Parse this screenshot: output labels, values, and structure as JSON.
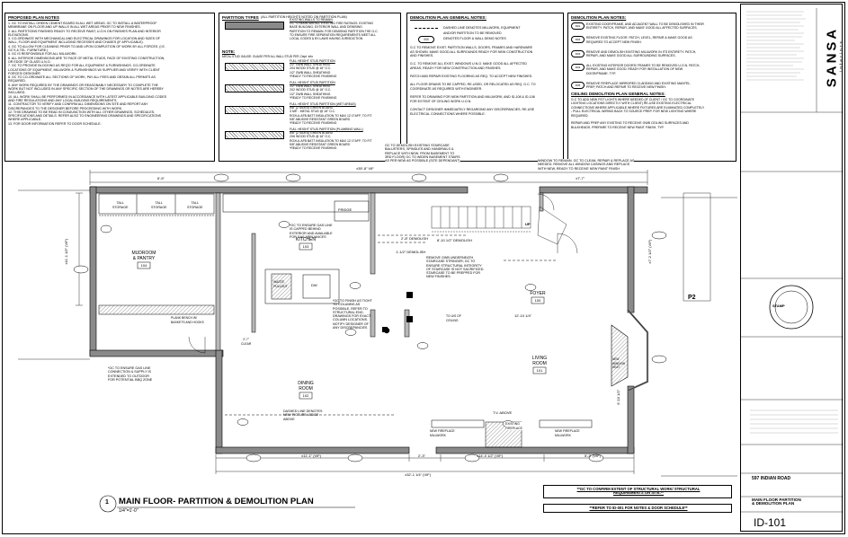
{
  "proposed_plan_notes": {
    "title": "PROPOSED PLAN NOTES",
    "items": [
      "1.   GC TO INSTALL GREEN CEMENT BOARD IN ALL WET AREAS. GC TO INSTALL A WATERPROOF",
      "      MEMBRANE ON FLOOR AND UP WALLS IN ALL WET AREAS PRIOR TO NEW FINISHES.",
      "2.   ALL PARTITIONS FINISHED READY TO RECEIVE PAINT, U.O.N ON FINISHES PLAN AND INTERIOR",
      "      ELEVATIONS.",
      "3.   CO-ORDINATE WITH MECHANICAL AND ELECTRICAL DRAWINGS FOR LOCATION AND SIZES OF",
      "      WALL, FLOOR AND EQUIPMENT INCLUDING RECESSES AND CHASES (IF APPLICABLE).",
      "4.   GC TO ALLOW FOR CLEANING PRIOR TO AND UPON COMPLETION OF WORK BY ALL FORCES. (I.E.",
      "      GC'S & TEL. FURNITURE.)",
      "5.   GC IS RESPONSIBLE FOR ALL MILLWORK.",
      "6.   ALL INTERIOR DIMENSIONS ARE TO FACE OF METAL STUDS, FACE OF EXISTING CONSTRUCTION,",
      "      OR EDGE OF GLASS U.N.O.",
      "7.   GC TO PROVIDE BLOCKING AS REQ'D FOR ALL EQUIPMENT & FURNISHINGS. CO-ORDINATE",
      "      LOCATIONS OF EQUIPMENT, MILLWORK & FURNISHINGS W/ SUPPLIER AND VERIFY WITH CLIENT",
      "      FORCES/ DESIGNER",
      "8.   GC TO CO-ORDINATE ALL SECTIONS OF WORK, PAY ALL FEES AND OBTAIN ALL PERMITS AS",
      "      REQUIRED.",
      "9.   ANY WORK REQUIRED BY THE DRAWINGS OR REASONABLY NECESSARY TO COMPLETE THE",
      "      WORK BUT NOT INCLUDED IN ANY SPECIFIC SECTION OF THE DRAWINGS OR NOTES ARE HEREBY",
      "      INCLUDED.",
      "10. ALL WORK SHALL BE PERFORMED IN ACCORDANCE WITH LATEST APPLICABLE BUILDING CODES",
      "      AND FIRE REGULATIONS AND ANY LOCAL BUILDING REQUIREMENTS.",
      "11. CONTRACTOR TO VERIFY AND CONFIRM ALL DIMENSIONS ON SITE AND REPORT ANY",
      "      DISCREPANCIES TO THE DESIGNER BEFORE  PROCEEDING WITH WORK.",
      "12. THIS DRAWING TO BE READ IN CONJUNCTION WITH ALL OTHER DRAWINGS, SCHEDULES,",
      "      SPECIFICATIONS AND DETAILS. REFER ALSO TO ENGINEERING DRAWINGS AND SPECIFICATIONS",
      "      WHERE APPLICABLE.",
      "13. FOR DOOR INFORMATION REFER TO DOOR SCHEDULE."
    ]
  },
  "partition_types": {
    "title": "PARTITION TYPES",
    "subtitle": "(ALL PARTITION HEIGHTS NOTED ON PARTITION PLAN)",
    "notes_title": "NOTE:",
    "notes_text": "METAL STUD GAUGE: GUAGE PER ALL WALL STUD PER ,Dept. info",
    "types": [
      {
        "lines": [
          "EXISTING WALLS TO REMAIN",
          "GC TO MAINTAIN ALL EXISTING FIRE RATINGS. EXISTING",
          "BASE BUILDING, EXTERIOR WALL AND DEMISING",
          "PARTITION TO REMAIN. FOR DEMISING PARTITION THE G.C.",
          "TO ENSURE FIRE SEPARATION REQUIREMENTS MEET ALL",
          "LOCAL CODES & BY-LAWS HAVING JURISDICTION"
        ]
      },
      {
        "lines": [
          "FULL HEIGHT STUD PARTITION",
          "1/2\" GWB WALL SHEATHING",
          "2X4 WOOD STUD @ 16\" O.C.",
          "1/2\" GWB WALL SHEATHING",
          "*READY TO RECEIVE FINISHING"
        ]
      },
      {
        "lines": [
          "FULL HEIGHT STUD PARTITION",
          "1/2\" GWB WALL SHEATHING",
          "2X2 WOOD STUD @ 16\" O.C.",
          "1/2\" GWB WALL SHEATHING",
          "*READY TO RECEIVE FINISHING"
        ]
      },
      {
        "lines": [
          "FULL HEIGHT STUD PARTITION (WET AREAS)",
          "5/8\" (2 SIDES) GREEN BOARD",
          "3 5/8\" - METAL STUD @ 16\" O.C.",
          "ROXUL AFB BATT INSULATION TO MAX 12'-0\"AFF; TO FIT",
          "5/8\" ABUSIVE RESISTANT GREEN BOARD",
          "*READY TO RECEIVE FINISHING"
        ]
      },
      {
        "lines": [
          "FULL HEIGHT STUD PARTITION (PLUMBING WALL)",
          "5/8\" (2 SIDES) GREEN BOARD",
          "2X6 WOOD STUD @ 16\" O.C.",
          "ROXUL AFB BATT INSULATION TO MAX 12'-0\"AFF; TO FIT",
          "5/8\" ABUSIVE RESISTANT GREEN BOARD",
          "*READY TO RECEIVE FINISHING"
        ]
      }
    ]
  },
  "demolition_general_notes": {
    "title": "DEMOLITION PLAN GENERAL NOTES:",
    "legend": [
      {
        "symbol": "dashed",
        "label": "DASHED LINE DENOTES MILLWORK, EQUIPMENT"
      },
      {
        "symbol": "",
        "label": "AND/OR PARTITION TO BE REMOVED"
      },
      {
        "symbol": "000",
        "label": "DENOTES FLOOR & WALL DEMO NOTES"
      }
    ],
    "paras": [
      "G.C TO REMOVE EXIST. PARTITION WALLS, DOORS, FRAMES AND HARDWARE",
      "AS SHOWN. MAKE GOOD ALL SURROUNDS READY FOR NEW CONSTRUCTION",
      "AND FINISHES.",
      "",
      "G.C. TO REMOVE ALL EXIST. WINDOWS U.N.O. MAKE GOOD ALL AFFECTED",
      "AREAS, READY FOR NEW CONSTRUCTION AND FINISHES.",
      "",
      "PATCH AND REPAIR EXISTING FLOORING AS REQ. TO ACCEPT NEW FINISHES.",
      "",
      "ALL FLOOR DRAINS TO BE CAPPED, RE-USED, OR RELOCATED AS REQ. G.C. TO",
      "COORDINATE AS REQUIRED WITH ENGINEER.",
      "",
      "REFER TO DRAWING FOR NEW PARTITION AND MILLWORK, AND ID-108 & ID-106",
      "FOR EXTENT OF CEILING WORK U.O.N.",
      "",
      "CONTACT DESIGNER IMMEDIATELY REGARDING ANY DISCREPANCIES. RE-USE",
      "ELECTRICAL CONNECTIONS WHERE POSSIBLE."
    ]
  },
  "demolition_plan_notes": {
    "title": "DEMOLITION PLAN NOTES:",
    "items": [
      {
        "tag": "D01",
        "lines": [
          "EXISTING DOOR/FRAME, AND ADJACENT WALL TO BE DEMOLISHED IN THEIR",
          "ENTIRETY. PATCH, REPAIR, AND MAKE GOOD ALL AFFECTED SURFACES."
        ]
      },
      {
        "tag": "D02",
        "lines": [
          "REMOVE EXISTING FLOOR. PATCH, LEVEL, REPAIR & MAKE GOOD AS",
          "REQUIRED TO ACCEPT NEW FINISH."
        ]
      },
      {
        "tag": "D03",
        "lines": [
          "REMOVE AND DEMOLISH EXISTING MILLWORK IN ITS ENTIRETY. PATCH,",
          "REPAIR, AND MAKE GOOD ALL SURROUNDING SURFACES."
        ]
      },
      {
        "tag": "D04",
        "lines": [
          "ALL EXISTING INTERIOR DOORS/ FRAMES TO BE REMOVED U.O.N. PATCH,",
          "REPAIR, AND MAKE GOOD. READY FOR INSTALLATION OF NEW",
          "DOOR/FRAME. TYP."
        ]
      },
      {
        "tag": "D05",
        "lines": [
          "REMOVE FIREPLACE MIRRORED CLADDING AND EXISTING MANTEL.",
          "PREP, PATCH AND REPAIR TO RECEIVE NEW FINISH."
        ]
      }
    ]
  },
  "ceiling_notes": {
    "title": "CEILING DEMOLITION PLAN GENERAL NOTES:",
    "paras": [
      "G.C TO ADD NEW POT LIGHTS WHERE NEEDED (IF CLIENT / GC TO COORDINATE",
      "LIGHTING LOCATIONS DIRECTLY WITH CLIENT) RE-USE EXISTING ELECTRICAL",
      "CONNECTIONS WHERE APPLICABLE WHERE FIXTURES ARE ELIMINATED COMPLETELY",
      "- PULL ELECTRICAL WIRING BACK TO SOURCE PREP. FOR NEW LIGHTING WHERE",
      "REQUIRED.",
      "",
      "REPAIR AND PREP ANY EXISTING TO RECEIVE GWB CEILING SURFACES AND",
      "BULKHEADS. PREPARE TO RECEIVE NEW PAINT FINISH, TYP."
    ]
  },
  "rooms": [
    {
      "name": "MUDROOM\n& PANTRY",
      "num": "104"
    },
    {
      "name": "KITCHEN",
      "num": "103"
    },
    {
      "name": "FOYER",
      "num": "100"
    },
    {
      "name": "DINING\nROOM",
      "num": "102"
    },
    {
      "name": "LIVING\nROOM",
      "num": "101"
    }
  ],
  "plan_labels": {
    "tall_storage_1": "TALL\nSTORAGE",
    "tall_storage_2": "TALL\nSTORAGE",
    "tall_storage_3": "TALL\nSTORAGE",
    "fridge": "FRIDGE",
    "waste": "WASTE\nPULLOUT",
    "dw": "DW",
    "bench": "PLANK BENCH W/\nBASKETS AND HOOKS",
    "clear": "2'-7\"\nCLEAR",
    "tv": "T.V. ABOVE",
    "existing_fp": "EXISTING\nFIREPLACE",
    "new_fp_1": "NEW FIREPLACE\nMILLWORK",
    "new_fp_2": "NEW FIREPLACE\nMILLWORK",
    "window_seat": "NEW\nWINDOW\nSEAT",
    "up": "UP",
    "p2": "P2",
    "ceiling": "TO U/S OF\nCEILING"
  },
  "callouts": {
    "gas_line_top": "*GC TO ENSURE GAS LINE\nIS CAPPED BEHIND\nEXTERIOR AND AVAILABLE\nFOR GAS APPLIANCES",
    "gas_line_left": "*GC TO ENSURE GAS LINE\nCONNECTION & SUPPLY IS\nEXTENDED TO OUTDOOR\nFOR POTENTIAL BBQ ZONE",
    "staircase": "GC TO DEMOLISH EXISTING STAIRCASE\nBALUSTERS, SPINDLES AND HANDRAILS &\nREPLACE WITH NEW. FROM BASEMENT TO\n3RD FLOOR) GC TO WIDEN BASEMENT STAIRS\nAS PER NEW AS POSSIBLE (SITE DEPENDANT)",
    "window": "WINDOW TO REMAIN. GC TO CLEAN, REPAIR & REPLACE AS\nNEEDED. REMOVE ALL WINDOW CASINGS AND REPLACE\nWITH NEW, READY TO RECEIVE NEW PAINT FINISH",
    "column": "*GC TO FINISH AS TIGHT\nTO COLUMNS AS\nPOSSIBLE. REFER TO\nSTRUCTURAL ENG.\nDRAWINGS FOR EXACT\nCOLUMN LOCATIONS.\nNOTIFY DESIGNER OF\nANY DISCREPANCIES",
    "understair": "REMOVE GWB UNDERNEATH\nSTAIRCASE STRINGER; GC TO\nENSURE STRUCTURAL INTEGRITY\nOF STAIRCASE IS NOT SACRIFICED.\nSTAIRCASE TO BE PREPPED FOR\nNEW FINISHES.",
    "dashed_picture": "DASHED LINE DENOTES\nNEW PICTURE LEDGE\nABOVE"
  },
  "dimensions": {
    "top_overall": "±39'-8\" VIF",
    "bottom_overall": "±32'-1 1/4\" (VIF)",
    "b1": "±11'-1\" (VIF)",
    "b2": "2'-3\"",
    "b3": "±14'-0 1/2\" (VIF)",
    "b4": "5'-3\" (VIF)",
    "demo1": "2'-8\" DEMOLISH",
    "demo2": "8'-10 1/2\" DEMOLISH",
    "demo3": "1'-1/2\" DEMOLISH",
    "foyer_w": "12'-10 1/4\"",
    "top1": "6'-5\"",
    "top2": "±7'-7\"",
    "left_v": "±11'-1 1/2\" (VIF)",
    "right_v1": "±7'-2 1/2\" (VIF)",
    "right_v2": "6'-10 1/2\""
  },
  "drawing_title": {
    "number": "1",
    "title": "MAIN FLOOR- PARTITION & DEMOLITION PLAN",
    "scale": "1/4\"=1'-0\""
  },
  "structural_note": "**GC TO CONFIRM EXTENT OF STRUCTURAL WORK/ STRUCTURAL\nREQUIREMENTS ON SITE.**",
  "refer_note": "**REFER TO ID-001 FOR NOTES & DOOR SCHEDULE**",
  "title_block": {
    "brand": "SANSA",
    "brand_sub": "interiors",
    "project": "597 INDIAN ROAD",
    "sheet_title": "MAIN FLOOR PARTITION\n& DEMOLITION PLAN",
    "sheet_number": "ID-101",
    "seal": "STAMP"
  },
  "colors": {
    "line": "#000000",
    "wall": "#7a7a7a",
    "existing": "#bdbdbd",
    "hatch": "#555555"
  }
}
